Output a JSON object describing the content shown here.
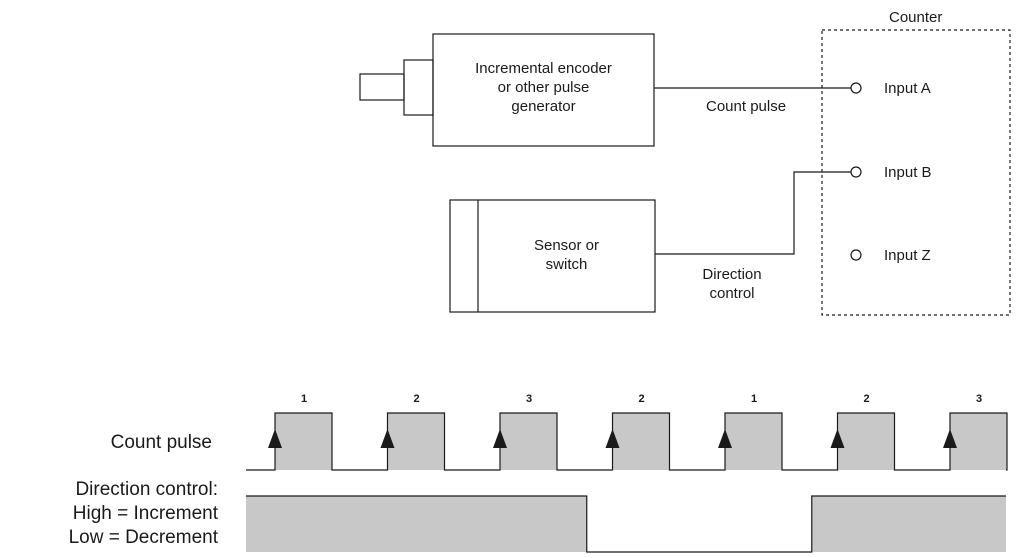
{
  "counter": {
    "title": "Counter",
    "inputs": [
      "Input A",
      "Input B",
      "Input Z"
    ]
  },
  "encoder": {
    "line1": "Incremental encoder",
    "line2": "or other pulse",
    "line3": "generator"
  },
  "sensor": {
    "line1": "Sensor or",
    "line2": "switch"
  },
  "wires": {
    "count_pulse": "Count pulse",
    "direction_line1": "Direction",
    "direction_line2": "control"
  },
  "timing": {
    "count_pulse_label": "Count pulse",
    "direction_line1": "Direction control:",
    "direction_line2": "High = Increment",
    "direction_line3": "Low = Decrement",
    "pulse_counts": [
      "1",
      "2",
      "3",
      "2",
      "1",
      "2",
      "3"
    ],
    "direction_levels": [
      "High",
      "High",
      "High",
      "Low",
      "Low",
      "High",
      "High"
    ]
  },
  "colors": {
    "line": "#1a1a1a",
    "fill": "#c8c8c8"
  }
}
